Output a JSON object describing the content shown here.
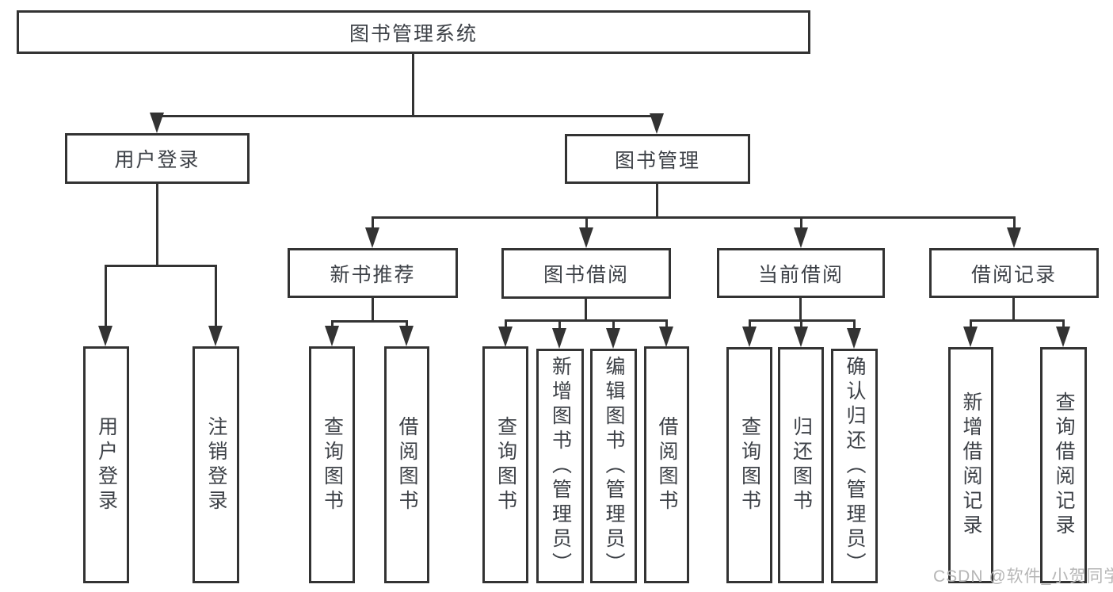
{
  "diagram": {
    "title_node": "图书管理系统",
    "level2": {
      "user_login": "用户登录",
      "book_management": "图书管理"
    },
    "user_login_children": [
      "用户登录",
      "注销登录"
    ],
    "book_management_children": {
      "new_book_recommend": {
        "label": "新书推荐",
        "children": [
          "查询图书",
          "借阅图书"
        ]
      },
      "book_borrow": {
        "label": "图书借阅",
        "children": [
          "查询图书",
          "新增图书（管理员）",
          "编辑图书（管理员）",
          "借阅图书"
        ]
      },
      "current_borrow": {
        "label": "当前借阅",
        "children": [
          "查询图书",
          "归还图书",
          "确认归还（管理员）"
        ]
      },
      "borrow_records": {
        "label": "借阅记录",
        "children": [
          "新增借阅记录",
          "查询借阅记录"
        ]
      }
    },
    "watermark": "CSDN @软件_小贺同学",
    "colors": {
      "line": "#333333",
      "text": "#3d4147",
      "background": "#ffffff",
      "watermark": "#b6b6b6"
    }
  }
}
